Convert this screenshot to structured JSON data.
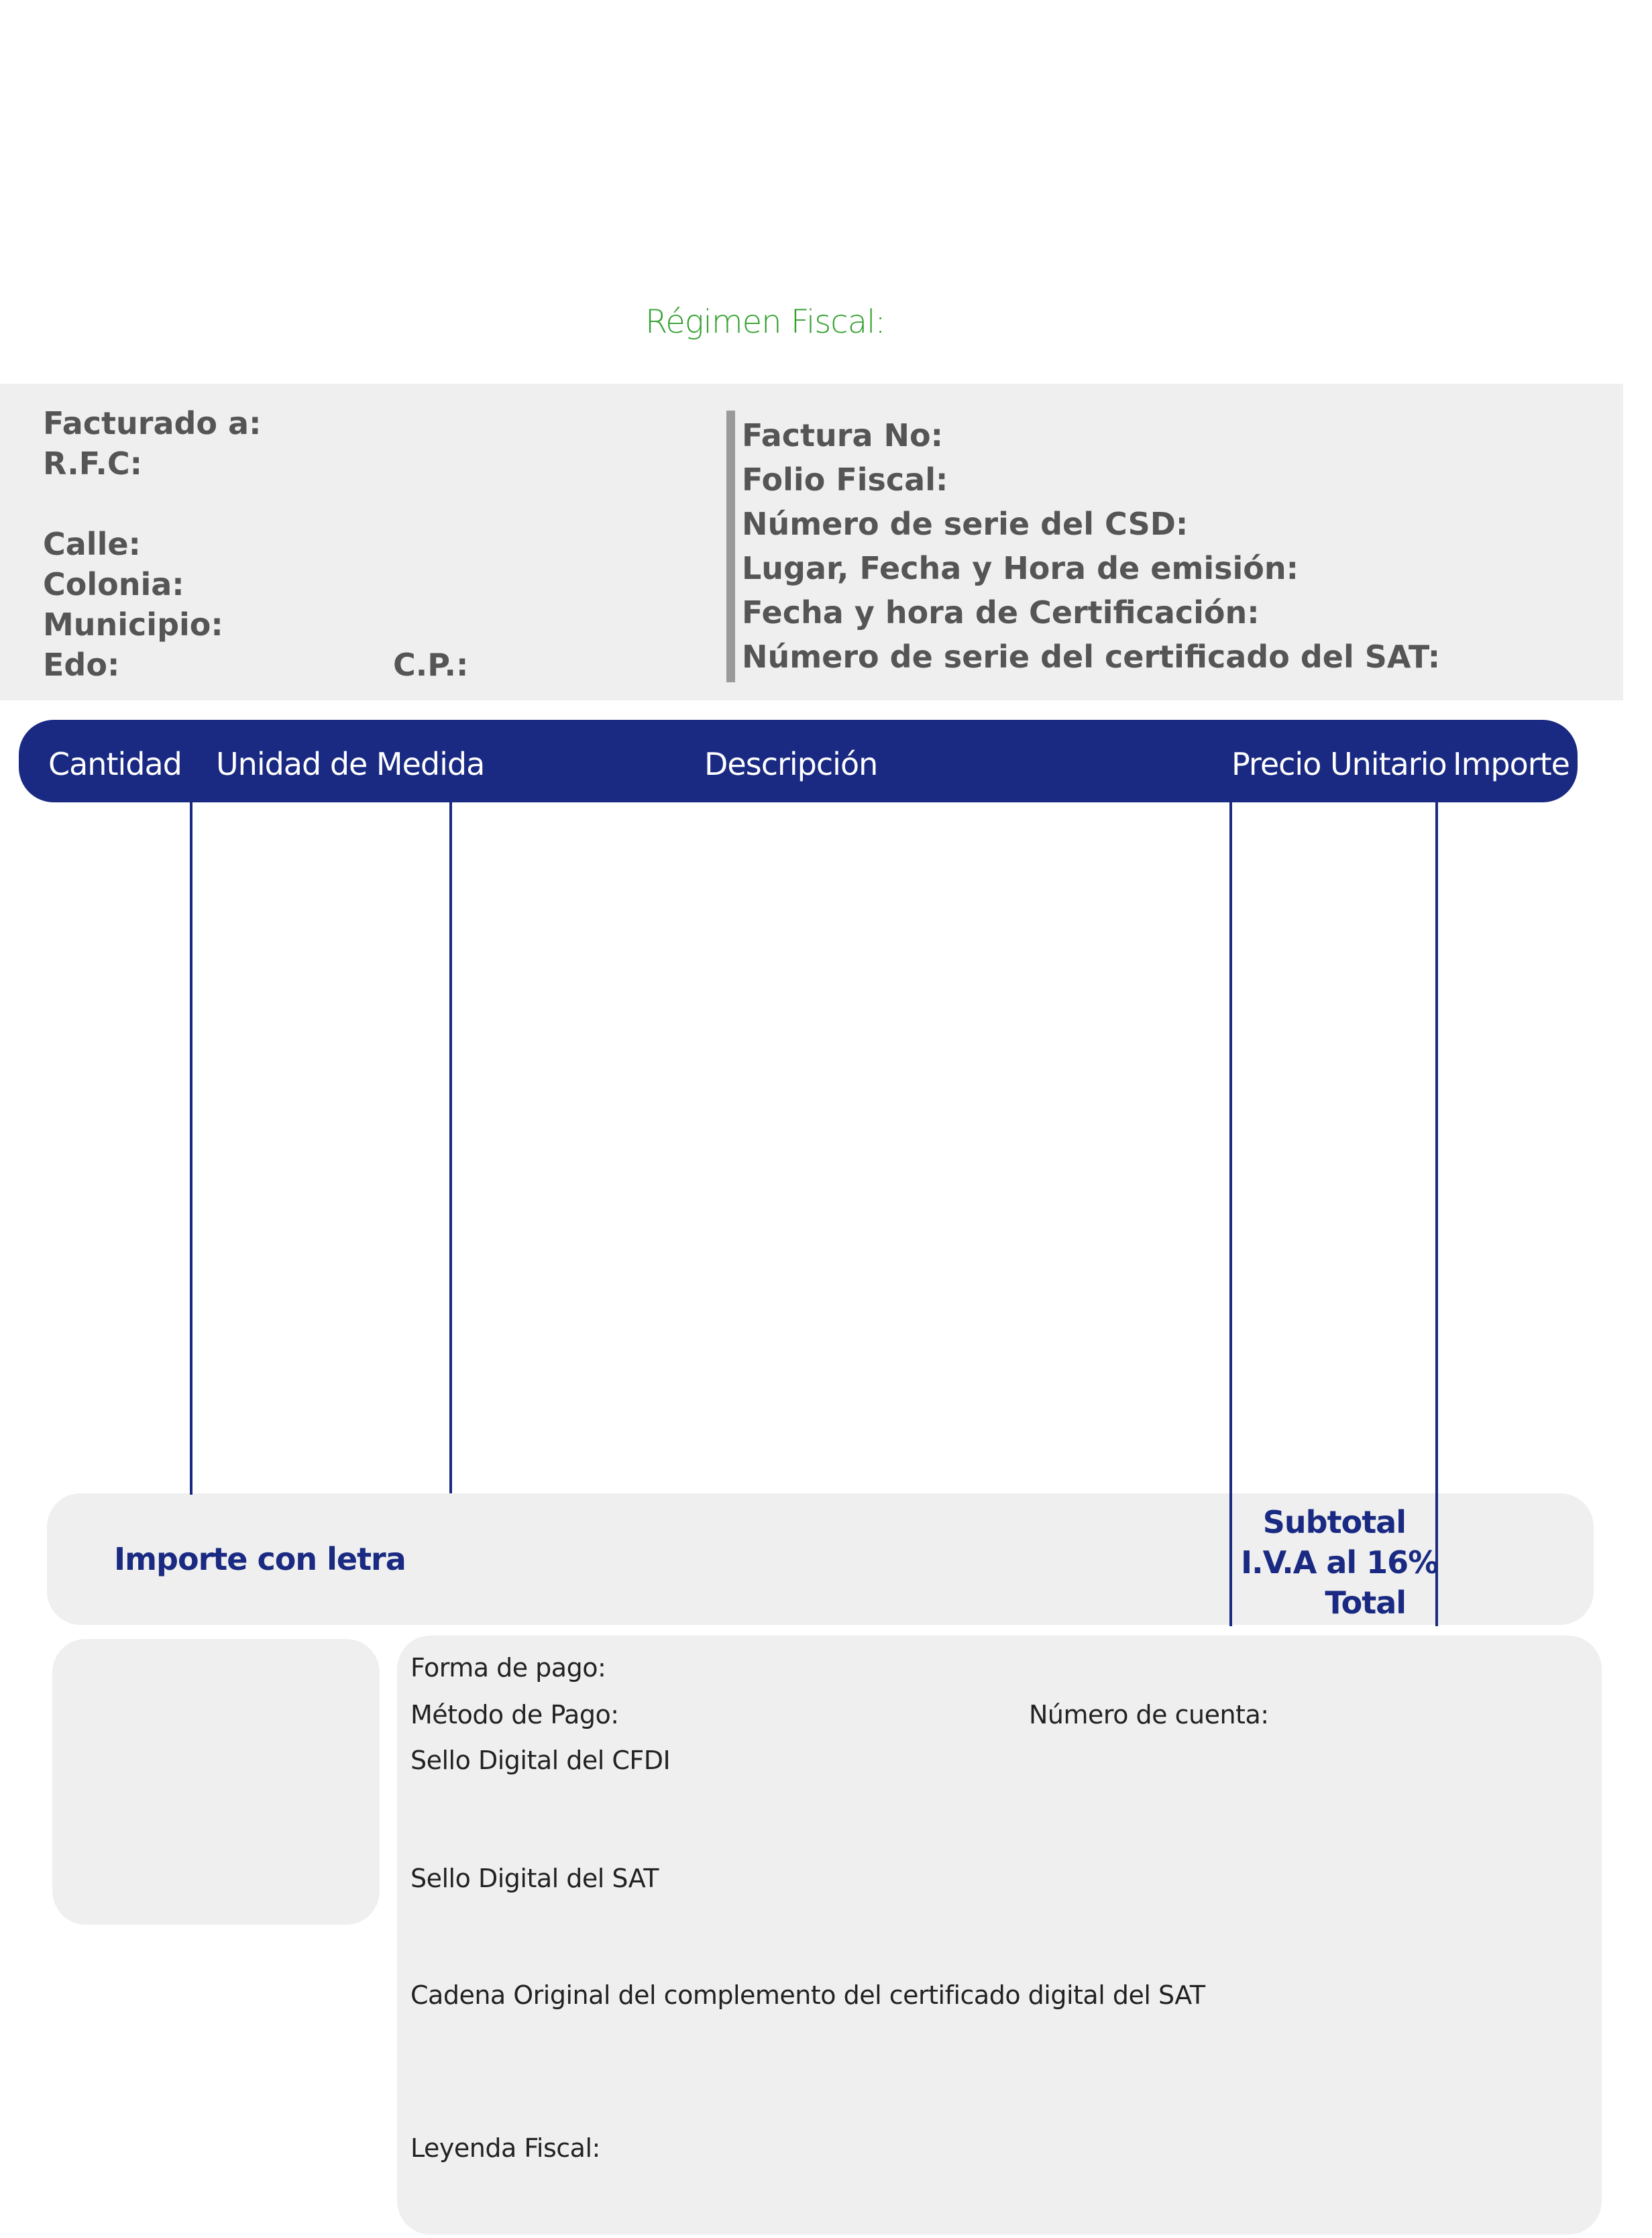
{
  "header": {
    "regimen_fiscal": "Régimen Fiscal:"
  },
  "billing": {
    "facturado_a": "Facturado a:",
    "rfc": "R.F.C:",
    "calle": "Calle:",
    "colonia": "Colonia:",
    "municipio": "Municipio:",
    "edo": "Edo:",
    "cp": "C.P.:"
  },
  "invoice_info": {
    "factura_no": "Factura No:",
    "folio_fiscal": "Folio Fiscal:",
    "numero_serie_csd": "Número de serie del CSD:",
    "lugar_fecha_hora": "Lugar, Fecha y Hora de emisión:",
    "fecha_hora_cert": "Fecha y hora de Certificación:",
    "numero_serie_sat": "Número de serie del certificado del SAT:"
  },
  "table": {
    "columns": [
      "Cantidad",
      "Unidad de Medida",
      "Descripción",
      "Precio Unitario",
      "Importe"
    ]
  },
  "totals": {
    "importe_con_letra": "Importe con letra",
    "subtotal": "Subtotal",
    "iva": "I.V.A al 16%",
    "total": "Total"
  },
  "details": {
    "forma_de_pago": "Forma de pago:",
    "metodo_de_pago": "Método de Pago:",
    "numero_de_cuenta": "Número de cuenta:",
    "sello_cfdi": "Sello Digital del CFDI",
    "sello_sat": "Sello Digital del SAT",
    "cadena_original": "Cadena Original del complemento del certificado digital del SAT",
    "leyenda_fiscal": "Leyenda Fiscal:"
  },
  "colors": {
    "navy": "#1a2a82",
    "green": "#33a12f",
    "panel_gray": "#eeefee",
    "label_gray": "#555555"
  }
}
